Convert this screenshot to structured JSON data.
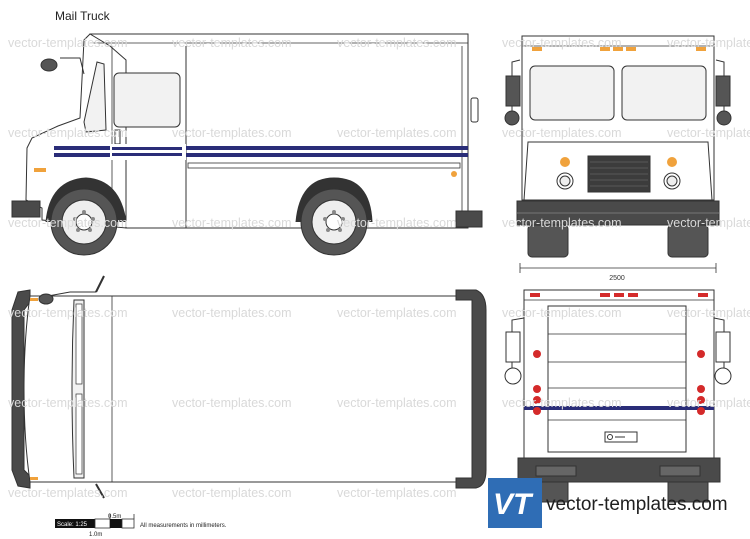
{
  "title": "Mail Truck",
  "watermark_text": "vector-templates.com",
  "dimension": {
    "width_label": "2500"
  },
  "scale_bar": {
    "scale_label": "Scale: 1:25",
    "half_meter_label": "0.5m",
    "meter_label": "1.0m",
    "note": "All measurements in millimeters."
  },
  "brand": {
    "logo_letters": "VT",
    "site": "vector-templates.com",
    "logo_color": "#2f6db5"
  },
  "colors": {
    "stripe": "#2a2d78",
    "body": "#ffffff",
    "outline": "#333333",
    "dark_trim": "#4a4a4a",
    "amber_light": "#f0a23c",
    "red_light": "#d42a2a"
  },
  "views": [
    "side-view",
    "front-view",
    "top-view",
    "rear-view"
  ]
}
